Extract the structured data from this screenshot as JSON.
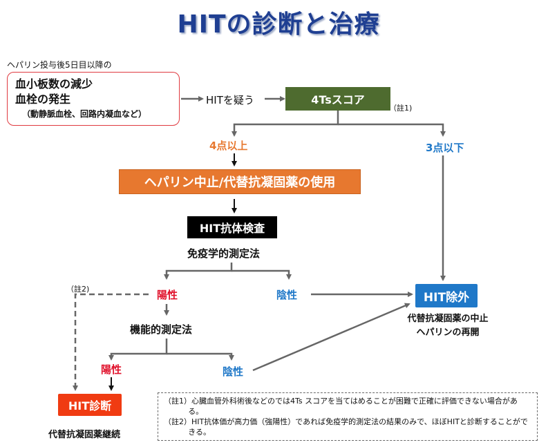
{
  "title": "HITの診断と治療",
  "precondition": "ヘパリン投与後5日目以降の",
  "symptoms": {
    "line1": "血小板数の減少",
    "line2": "血栓の発生",
    "line3": "（動静脈血栓、回路内凝血など）"
  },
  "suspect": "HITを疑う",
  "score_box": "4Tsスコア",
  "note1_marker": "（註1)",
  "high_score": "4点以上",
  "low_score": "3点以下",
  "action_box": "ヘパリン中止/代替抗凝固薬の使用",
  "antibody_box": "HIT抗体検査",
  "immunoassay": "免疫学的測定法",
  "note2_marker": "（註2)",
  "immuno_positive": "陽性",
  "immuno_negative": "陰性",
  "functional_assay": "機能的測定法",
  "func_positive": "陽性",
  "func_negative": "陰性",
  "excluded_box": "HIT除外",
  "excluded_text": [
    "代替抗凝固薬の中止",
    "ヘパリンの再開"
  ],
  "diagnosis_box": "HIT診断",
  "diagnosis_text": "代替抗凝固薬継続",
  "notes": [
    "（註1）心臓血管外科術後などのでは4Ts スコアを当てはめることが困難で正確に評価できない場合がある。",
    "（註2）HIT抗体価が高力価（強陽性）であれば免疫学的測定法の結果のみで、ほぼHITと診断することができる。"
  ],
  "colors": {
    "title": "#1f3f92",
    "score_box": "#4e6b2f",
    "action_box": "#e7782f",
    "antibody_box": "#000000",
    "excluded_box": "#1f78c8",
    "diagnosis_box": "#f03b12",
    "positive": "#e0102a",
    "negative": "#1f78c8",
    "arrow": "#666666"
  }
}
